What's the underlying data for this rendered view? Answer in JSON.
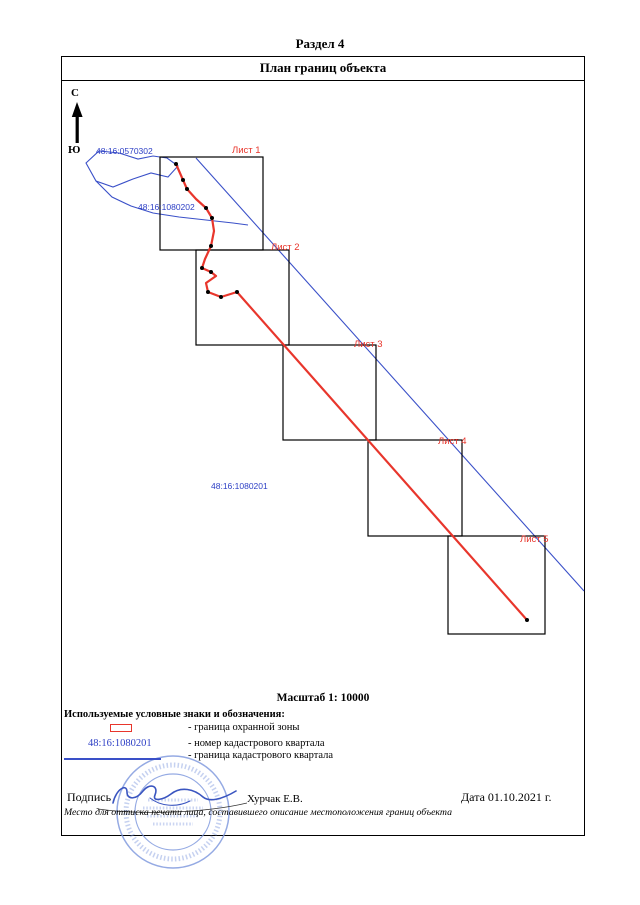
{
  "page": {
    "section_title": "Раздел 4",
    "plan_title": "План границ объекта",
    "scale_label": "Масштаб 1: 10000"
  },
  "compass": {
    "north_label": "С",
    "south_label": "Ю"
  },
  "map": {
    "cadastral_quarters": [
      {
        "number": "48:16:0570302"
      },
      {
        "number": "48:16:1080202"
      },
      {
        "number": "48:16:1080201"
      }
    ],
    "sheet_labels": [
      {
        "label": "Лист 1"
      },
      {
        "label": "Лист 2"
      },
      {
        "label": "Лист 3"
      },
      {
        "label": "Лист 4"
      },
      {
        "label": "Лист 5"
      }
    ]
  },
  "legend": {
    "heading": "Используемые условные знаки и обозначения:",
    "items": [
      {
        "label": "- граница  охранной зоны"
      },
      {
        "sample": "48:16:1080201",
        "label": "- номер кадастрового квартала"
      },
      {
        "label": "- граница кадастрового квартала"
      }
    ]
  },
  "footer": {
    "signature_label": "Подпись",
    "signer_name": "Хурчак Е.В.",
    "date_label": "Дата 01.10.2021 г.",
    "stamp_note": "Место для оттиска печати лица, составившего описание местоположения границ объекта"
  },
  "colors": {
    "boundary_red": "#e8362c",
    "cadastral_blue": "#3a50c8",
    "label_blue": "#2d3fc5",
    "sheet_label_red": "#e8362c",
    "stamp_blue": "#7b96dd"
  }
}
